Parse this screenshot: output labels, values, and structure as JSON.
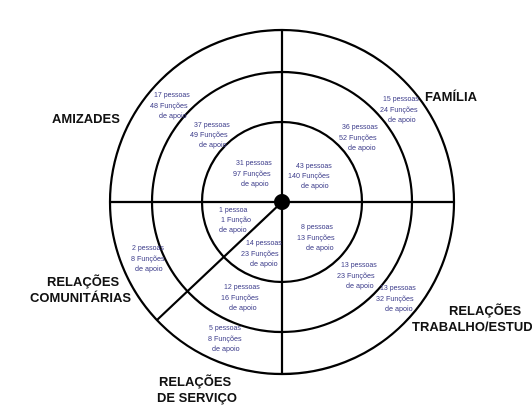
{
  "colors": {
    "line": "#000000",
    "label": "#111111",
    "cell_text": "#3b3b8a"
  },
  "sectors": {
    "amizades": "AMIZADES",
    "familia": "FAMÍLIA",
    "comunitarias_1": "RELAÇÕES",
    "comunitarias_2": "COMUNITÁRIAS",
    "trabalho_1": "RELAÇÕES",
    "trabalho_2": "TRABALHO/ESTUDO",
    "servico_1": "RELAÇÕES",
    "servico_2": "DE SERVIÇO"
  },
  "cells": {
    "amizades_outer": {
      "people": "17 pessoas",
      "functions_1": "48 Funções",
      "functions_2": "de apoio"
    },
    "amizades_middle": {
      "people": "37 pessoas",
      "functions_1": "49 Funções",
      "functions_2": "de apoio"
    },
    "amizades_inner": {
      "people": "31 pessoas",
      "functions_1": "97 Funções",
      "functions_2": "de apoio"
    },
    "familia_outer": {
      "people": "15 pessoas",
      "functions_1": "24 Funções",
      "functions_2": "de apoio"
    },
    "familia_middle": {
      "people": "36 pessoas",
      "functions_1": "52 Funções",
      "functions_2": "de apoio"
    },
    "familia_inner": {
      "people": "43 pessoas",
      "functions_1": "140 Funções",
      "functions_2": "de apoio"
    },
    "comunitarias_inner": {
      "people": "1 pessoa",
      "functions_1": "1 Função",
      "functions_2": "de apoio"
    },
    "comunitarias_middle": {
      "people": "2 pessoas",
      "functions_1": "8 Funções",
      "functions_2": "de apoio"
    },
    "servico_inner": {
      "people": "14 pessoas",
      "functions_1": "23 Funções",
      "functions_2": "de apoio"
    },
    "servico_middle": {
      "people": "12 pessoas",
      "functions_1": "16 Funções",
      "functions_2": "de apoio"
    },
    "servico_outer": {
      "people": "5 pessoas",
      "functions_1": "8 Funções",
      "functions_2": "de apoio"
    },
    "trabalho_inner": {
      "people": "8 pessoas",
      "functions_1": "13 Funções",
      "functions_2": "de apoio"
    },
    "trabalho_middle": {
      "people": "13 pessoas",
      "functions_1": "23 Funções",
      "functions_2": "de apoio"
    },
    "trabalho_outer": {
      "people": "13 pessoas",
      "functions_1": "32 Funções",
      "functions_2": "de apoio"
    }
  }
}
